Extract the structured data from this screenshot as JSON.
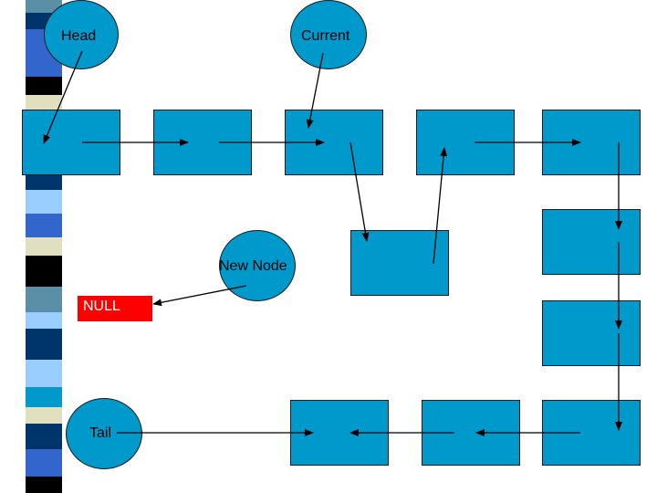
{
  "labels": {
    "head": "Head",
    "current": "Current",
    "new_node": "New Node",
    "null": "NULL",
    "tail": "Tail"
  },
  "colors": {
    "node_fill": "#0099cc",
    "null_fill": "#ff0000",
    "stripe_palette": [
      "#5b8fa8",
      "#00356b",
      "#3366cc",
      "#000000",
      "#e0e0c0",
      "#99ccff",
      "#0099cc"
    ]
  }
}
